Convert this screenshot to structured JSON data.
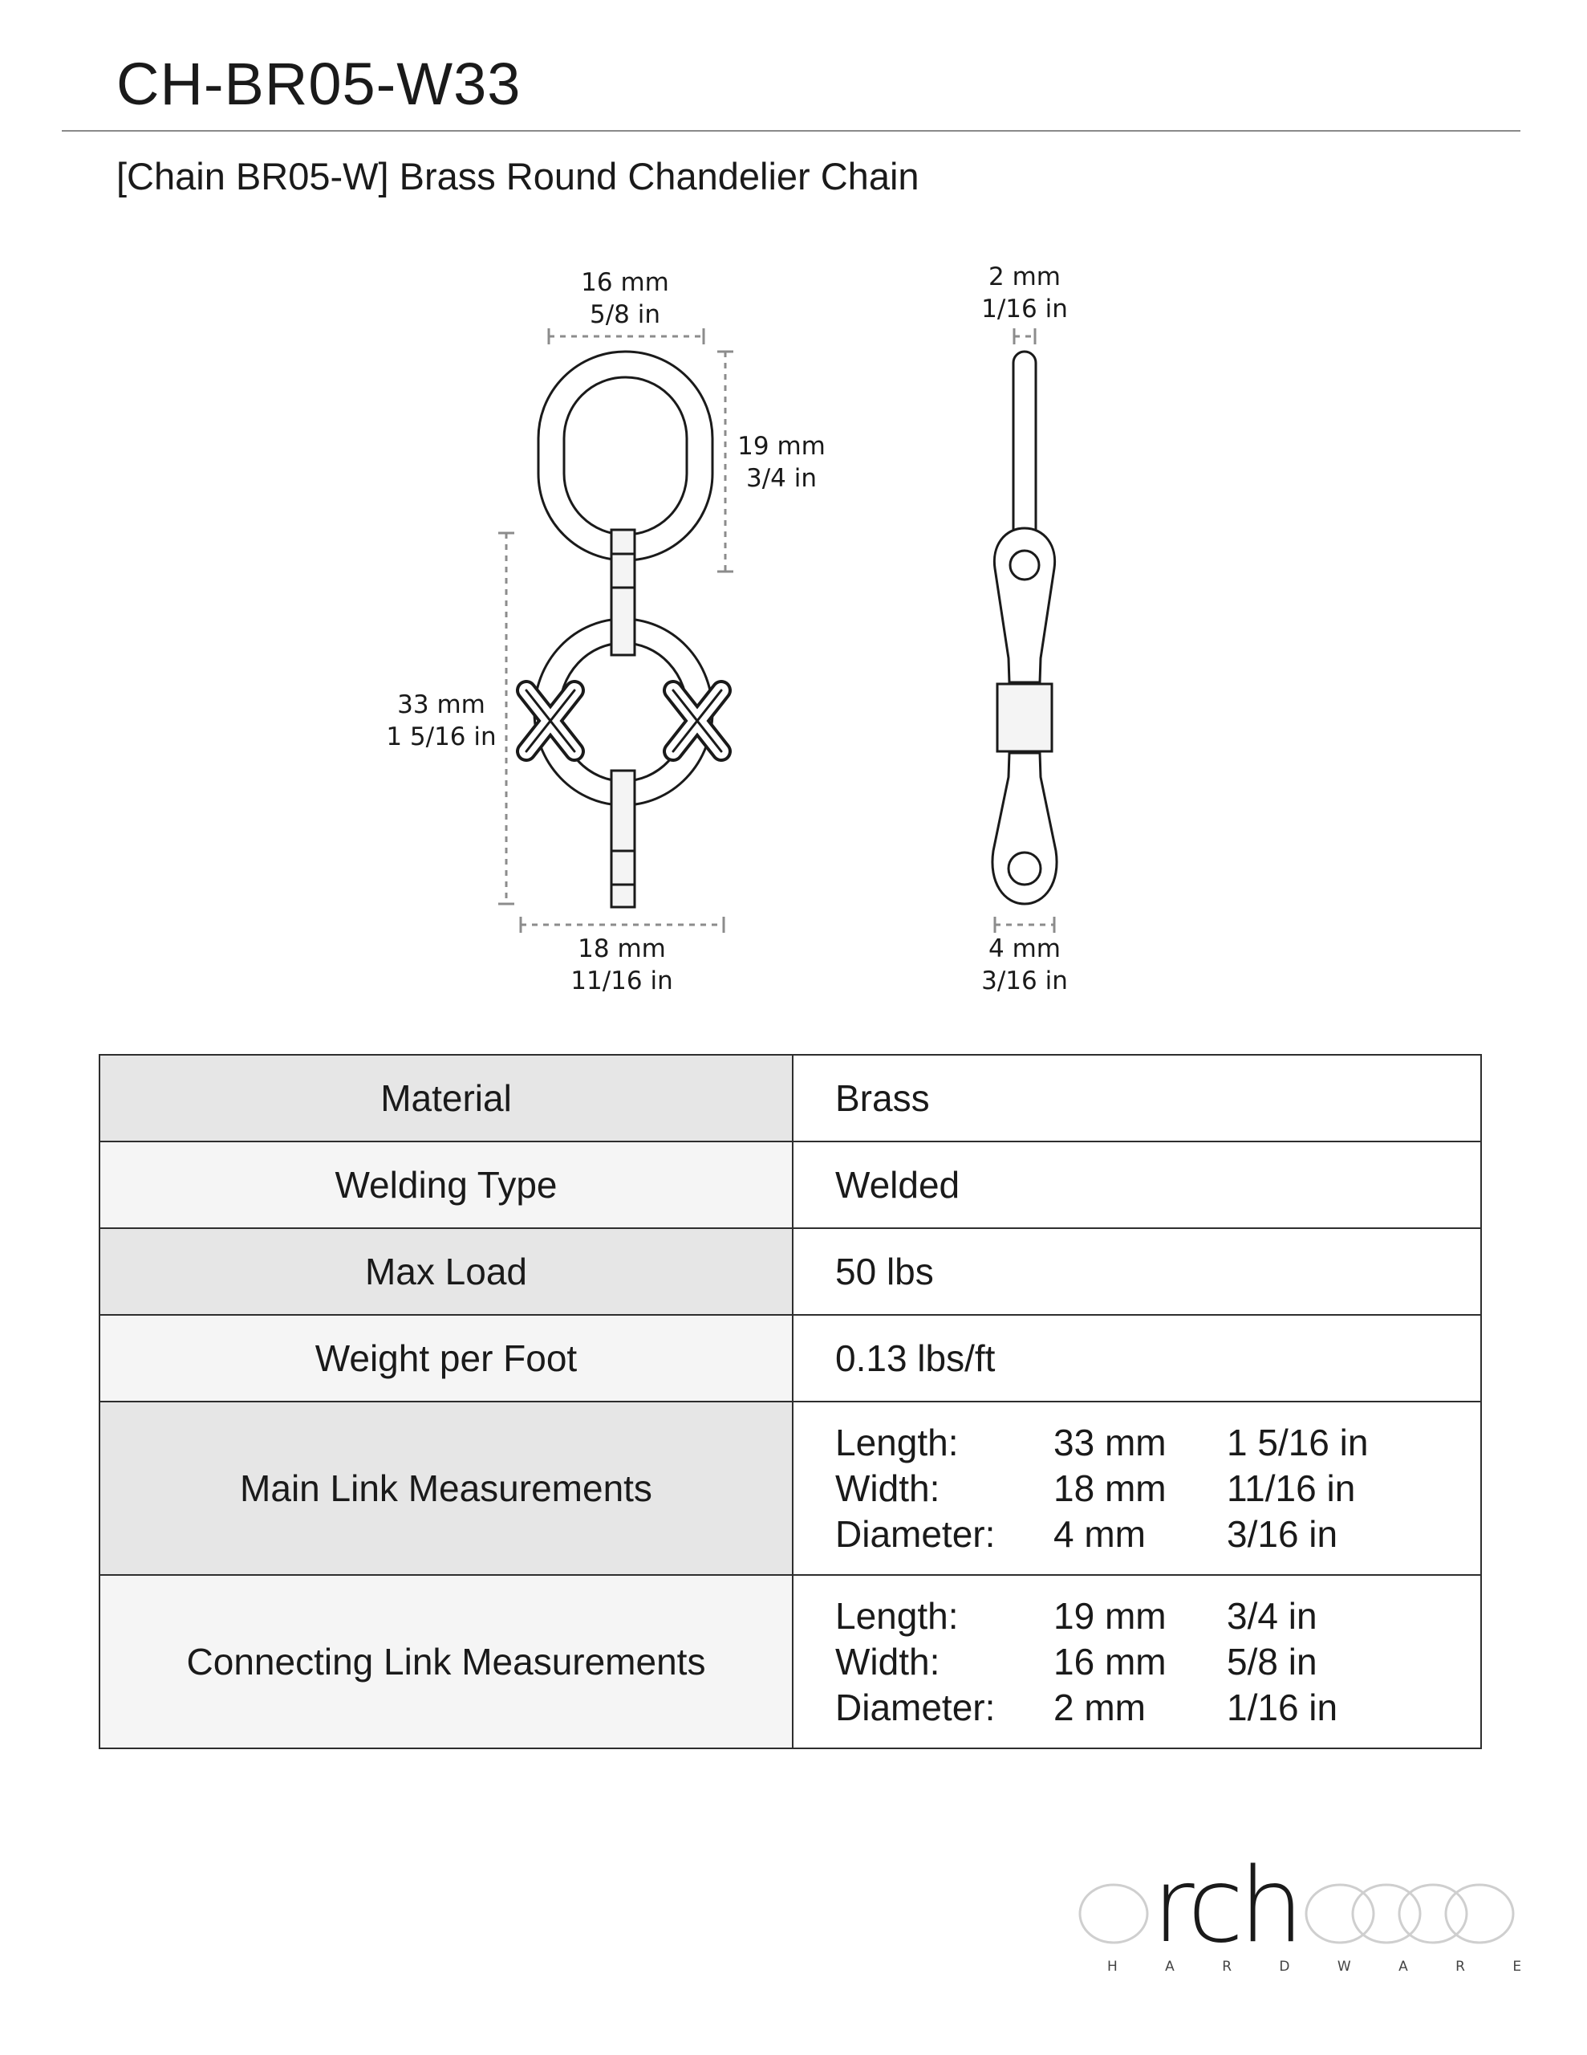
{
  "header": {
    "title": "CH-BR05-W33",
    "subtitle": "[Chain BR05-W] Brass Round Chandelier Chain"
  },
  "diagram": {
    "connecting_width": {
      "mm": "16 mm",
      "in": "5/8 in"
    },
    "connecting_length": {
      "mm": "19 mm",
      "in": "3/4 in"
    },
    "main_length": {
      "mm": "33 mm",
      "in": "1 5/16 in"
    },
    "main_width": {
      "mm": "18 mm",
      "in": "11/16 in"
    },
    "connecting_diameter": {
      "mm": "2 mm",
      "in": "1/16 in"
    },
    "main_diameter": {
      "mm": "4 mm",
      "in": "3/16 in"
    }
  },
  "specs": {
    "material": {
      "label": "Material",
      "value": "Brass"
    },
    "welding": {
      "label": "Welding Type",
      "value": "Welded"
    },
    "max_load": {
      "label": "Max Load",
      "value": "50 lbs"
    },
    "weight": {
      "label": "Weight per Foot",
      "value": "0.13 lbs/ft"
    },
    "main_link": {
      "label": "Main Link Measurements",
      "rows": [
        {
          "name": "Length:",
          "mm": "33 mm",
          "in": "1 5/16 in"
        },
        {
          "name": "Width:",
          "mm": "18 mm",
          "in": "11/16 in"
        },
        {
          "name": "Diameter:",
          "mm": "4 mm",
          "in": "3/16 in"
        }
      ]
    },
    "connecting_link": {
      "label": "Connecting Link Measurements",
      "rows": [
        {
          "name": "Length:",
          "mm": "19 mm",
          "in": "3/4 in"
        },
        {
          "name": "Width:",
          "mm": "16 mm",
          "in": "5/8 in"
        },
        {
          "name": "Diameter:",
          "mm": "2 mm",
          "in": "1/16 in"
        }
      ]
    }
  },
  "logo": {
    "wordmark": "rch",
    "tagline": "H A R D W A R E"
  }
}
